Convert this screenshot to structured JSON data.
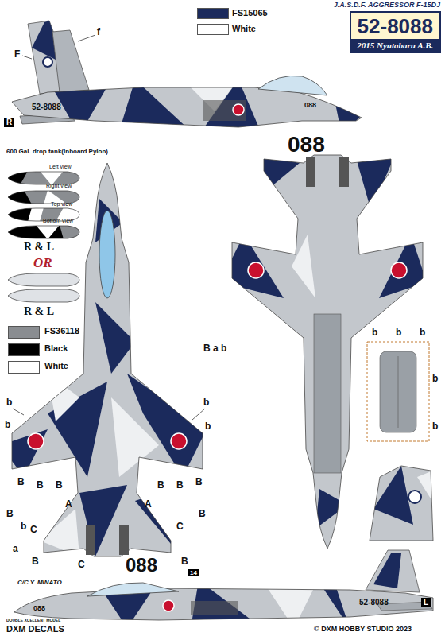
{
  "diagram": {
    "title": "J.A.S.D.F. AGGRESSOR F-15DJ",
    "nodes": [
      {
        "text": [
          "52-8088",
          "2015 Nyutabaru A.B."
        ]
      }
    ],
    "labels": [
      "f",
      "F",
      "52-8088",
      "R",
      "088",
      "088",
      "600 Gal. drop tank(Inboard Pylon)",
      "Left view",
      "Right view",
      "Top view",
      "Bottom view",
      "R & L",
      "OR",
      "R & L",
      "b",
      "b",
      "B",
      "B",
      "B",
      "A",
      "B",
      "b",
      "a",
      "B",
      "C",
      "C",
      "b",
      "b",
      "B",
      "B",
      "B",
      "A",
      "C",
      "B",
      "B",
      "B",
      "a",
      "b",
      "b",
      "b",
      "b",
      "b",
      "b",
      "088",
      "14",
      "C/C Y. MINATO",
      "088",
      "52-8088",
      "L",
      "DOUBLE XCELLENT MODEL",
      "DXM DECALS",
      "© DXM HOBBY STUDIO 2023"
    ],
    "legend": [
      {
        "text": "FS15065",
        "color": "#1b2a5c"
      },
      {
        "text": "White",
        "color": "#ffffff"
      },
      {
        "text": "FS36118",
        "color": "#8a8d91"
      },
      {
        "text": "Black",
        "color": "#000000"
      },
      {
        "text": "White",
        "color": "#ffffff"
      }
    ]
  }
}
